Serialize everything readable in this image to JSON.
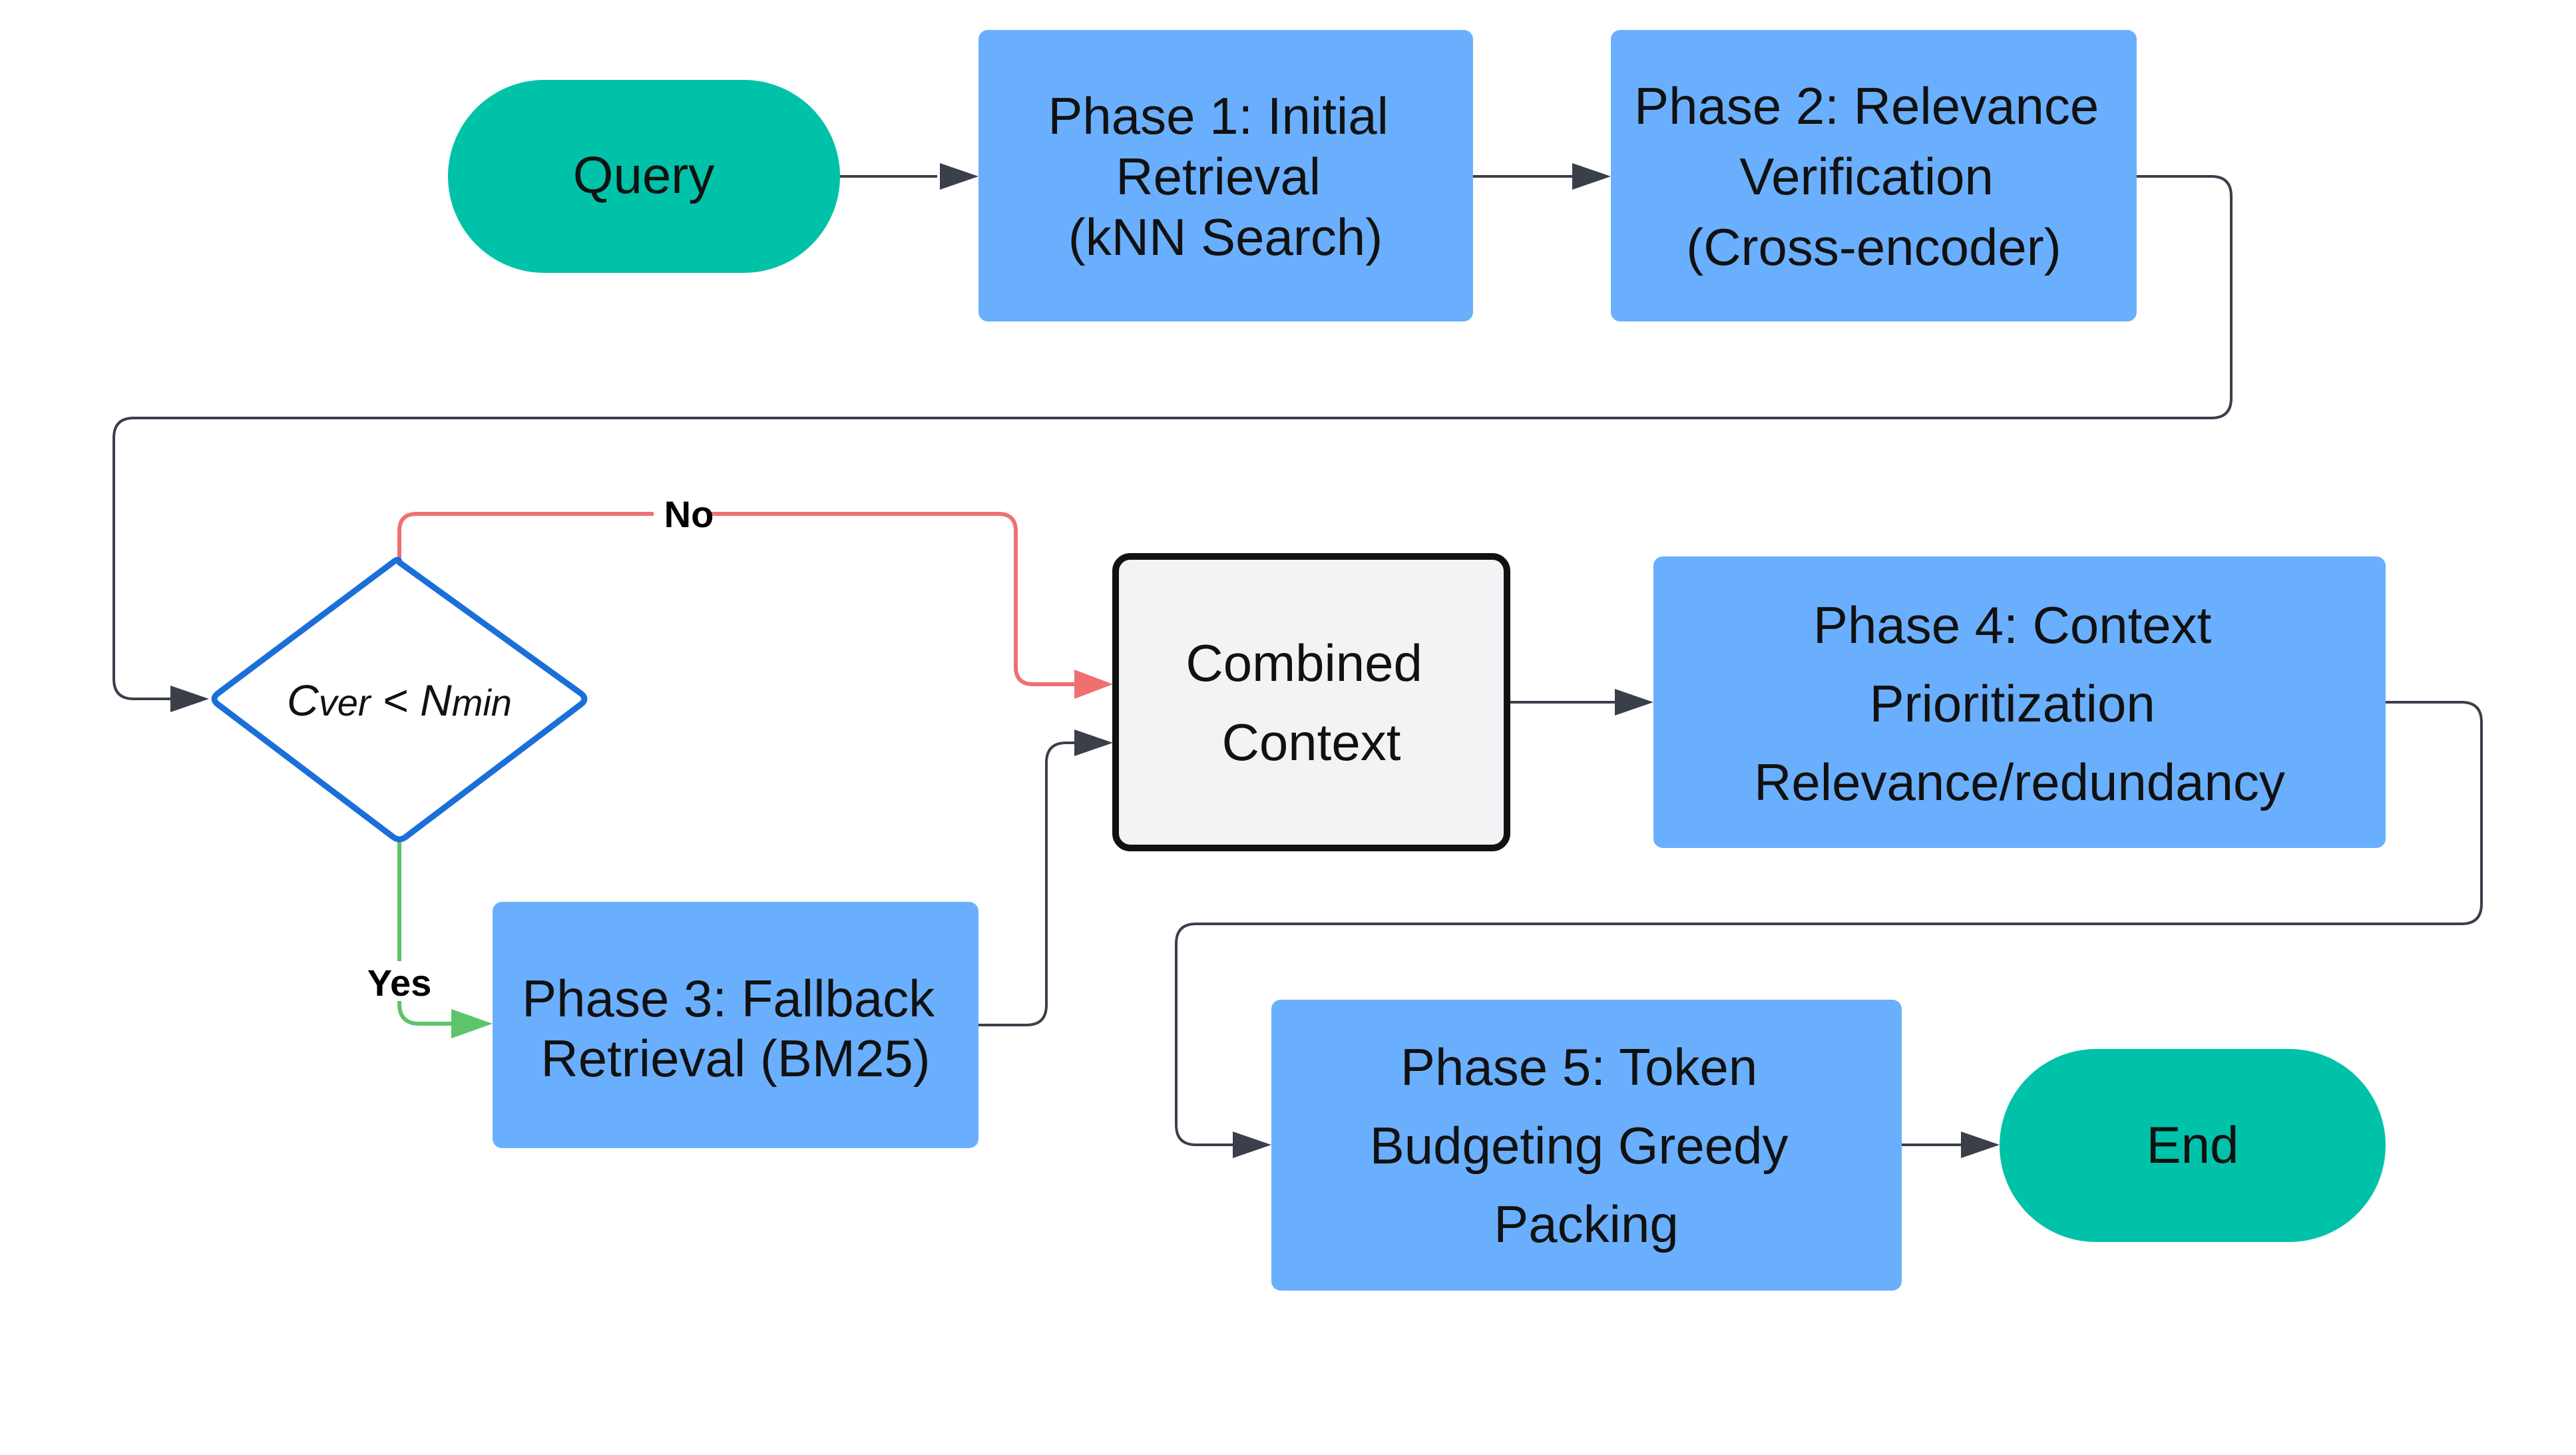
{
  "colors": {
    "terminal": "#00c2a8",
    "phase": "#6aaffd",
    "combined_fill": "#f2f3f5",
    "combined_stroke": "#111111",
    "decision_stroke": "#1a6fd9",
    "edge_default": "#3a3f4a",
    "edge_no": "#f07070",
    "edge_yes": "#5cc46a"
  },
  "nodes": {
    "query": {
      "label": "Query",
      "shape": "pill"
    },
    "phase1": {
      "lines": [
        "Phase 1: Initial",
        "Retrieval",
        "(kNN Search)"
      ],
      "shape": "rect"
    },
    "phase2": {
      "lines": [
        "Phase 2: Relevance",
        "Verification",
        "(Cross-encoder)"
      ],
      "shape": "rect"
    },
    "decision": {
      "shape": "diamond",
      "left_main": "C",
      "left_sub": "ver",
      "operator": "<",
      "right_main": "N",
      "right_sub": "min"
    },
    "combined": {
      "lines": [
        "Combined",
        "Context"
      ],
      "shape": "rect-outlined"
    },
    "phase3": {
      "lines": [
        "Phase 3: Fallback",
        "Retrieval (BM25)"
      ],
      "shape": "rect"
    },
    "phase4": {
      "lines": [
        "Phase 4: Context",
        "Prioritization",
        "Relevance/redundancy"
      ],
      "shape": "rect"
    },
    "phase5": {
      "lines": [
        "Phase 5: Token",
        "Budgeting Greedy",
        "Packing"
      ],
      "shape": "rect"
    },
    "end": {
      "label": "End",
      "shape": "pill"
    }
  },
  "edge_labels": {
    "no": "No",
    "yes": "Yes"
  }
}
